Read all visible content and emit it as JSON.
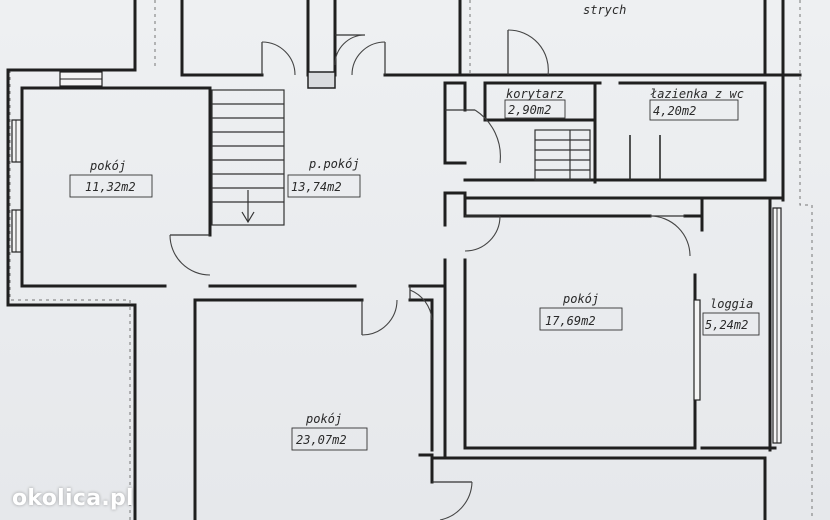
{
  "attic": {
    "label": "strych"
  },
  "rooms": [
    {
      "id": "pokoj-1",
      "name": "pokój",
      "area": "11,32m2"
    },
    {
      "id": "przedpokoj",
      "name": "p.pokój",
      "area": "13,74m2"
    },
    {
      "id": "korytarz",
      "name": "korytarz",
      "area": "2,90m2"
    },
    {
      "id": "lazienka",
      "name": "łazienka z wc",
      "area": "4,20m2"
    },
    {
      "id": "pokoj-2",
      "name": "pokój",
      "area": "17,69m2"
    },
    {
      "id": "loggia",
      "name": "loggia",
      "area": "5,24m2"
    },
    {
      "id": "pokoj-3",
      "name": "pokój",
      "area": "23,07m2"
    }
  ],
  "watermark": "okolica.pl",
  "colors": {
    "wall": "#1f1f1f",
    "paper": "#eceef0",
    "watermark": "#ffffff"
  }
}
